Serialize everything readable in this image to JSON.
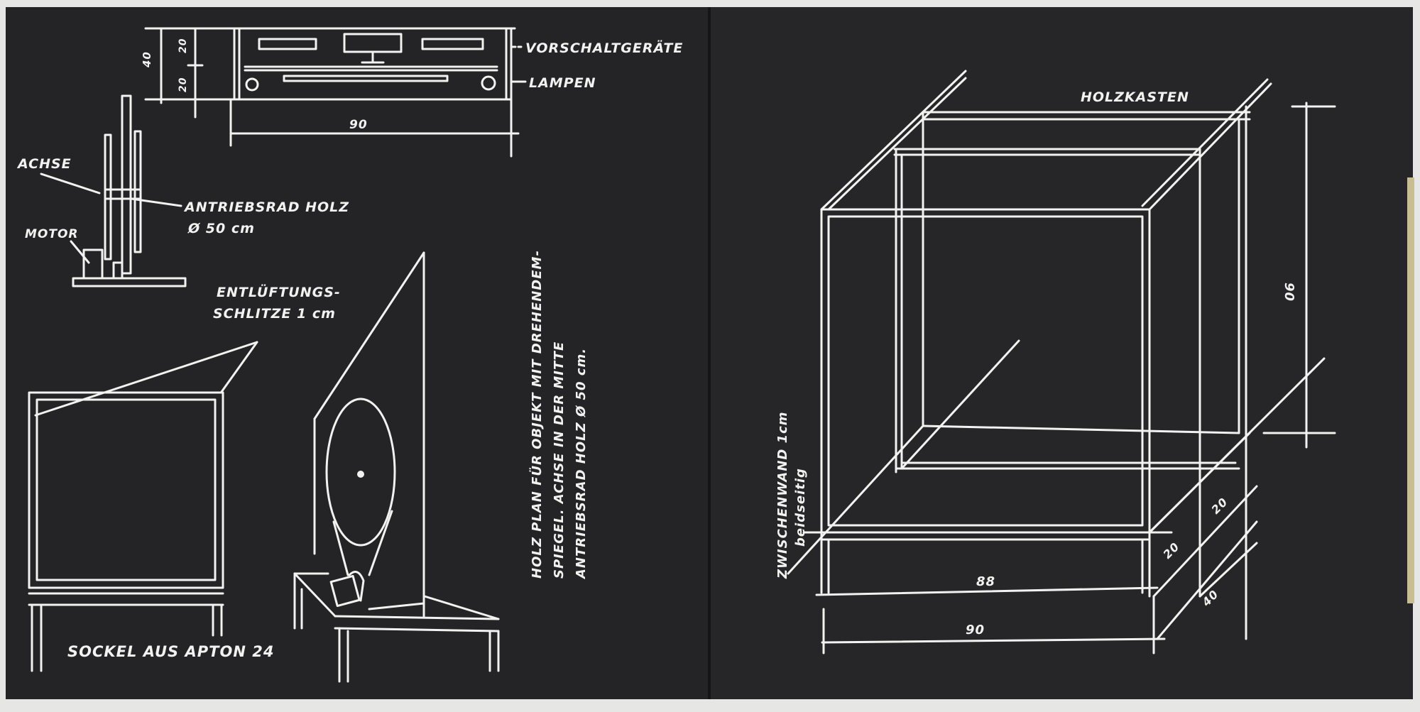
{
  "spread": {
    "left_page": {
      "labels": {
        "vorschalt": "VORSCHALTGERÄTE",
        "lampen": "LAMPEN",
        "dim_90": "90",
        "dim_20a": "20",
        "dim_20b": "20",
        "dim_40": "40",
        "achse": "ACHSE",
        "antriebsrad": "ANTRIEBSRAD HOLZ",
        "diameter": "Ø 50 cm",
        "motor": "MOTOR",
        "entluftung_1": "ENTLÜFTUNGS-",
        "entluftung_2": "SCHLITZE 1 cm",
        "sockel": "SOCKEL AUS APTON 24",
        "plan_1": "HOLZ PLAN FÜR OBJEKT MIT DREHENDEM-",
        "plan_2": "SPIEGEL. ACHSE IN DER MITTE",
        "plan_3": "ANTRIEBSRAD HOLZ Ø 50 cm."
      }
    },
    "right_page": {
      "labels": {
        "holzkasten": "HOLZKASTEN",
        "dim_90_height": "90",
        "zwischenwand_1": "ZWISCHENWAND 1cm",
        "zwischenwand_2": "beidseitig",
        "dim_88": "88",
        "dim_90_width": "90",
        "dim_20a": "20",
        "dim_20b": "20",
        "dim_40": "40"
      }
    }
  },
  "colors": {
    "paper": "#242326",
    "ink": "#f2f2f0",
    "background": "#e6e6e4"
  }
}
